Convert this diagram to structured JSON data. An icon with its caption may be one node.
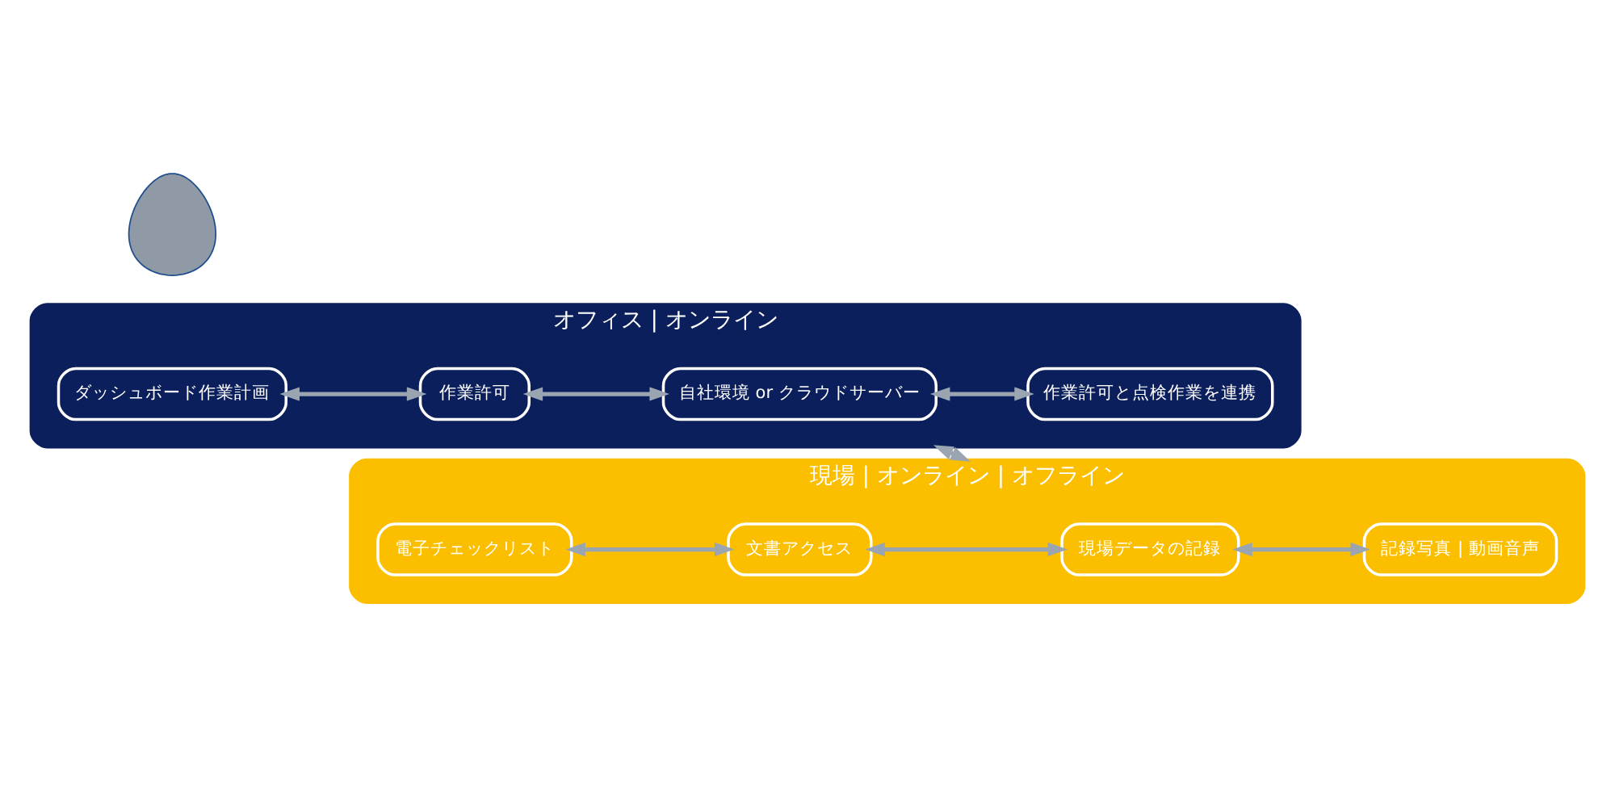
{
  "diagram": {
    "nodes": [
      {
        "text": [
          "オフィス | オンライン"
        ]
      },
      {
        "text": [
          "ダッシュボード作業計画"
        ],
        "in": 0
      },
      {
        "text": [
          "作業許可"
        ],
        "in": 0
      },
      {
        "text": [
          "自社環境 or クラウドサーバー"
        ],
        "in": 0
      },
      {
        "text": [
          "作業許可と点検作業を連携"
        ],
        "in": 0
      },
      {
        "text": [],
        "shape": "person"
      },
      {
        "text": [
          "現場 | オンライン | オフライン"
        ]
      },
      {
        "text": [
          "電子チェックリスト"
        ],
        "in": 6
      },
      {
        "text": [
          "文書アクセス"
        ],
        "in": 6
      },
      {
        "text": [
          "現場データの記録"
        ],
        "in": 6
      },
      {
        "text": [
          "記録写真 | 動画音声"
        ],
        "in": 6
      }
    ],
    "edges": [
      {
        "from": 1,
        "to": 2,
        "arrow": "both"
      },
      {
        "from": 2,
        "to": 3,
        "arrow": "both"
      },
      {
        "from": 3,
        "to": 4,
        "arrow": "both"
      },
      {
        "from": 7,
        "to": 8,
        "arrow": "both"
      },
      {
        "from": 8,
        "to": 9,
        "arrow": "both"
      },
      {
        "from": 9,
        "to": 10,
        "arrow": "both"
      },
      {
        "from": 0,
        "to": 6,
        "arrow": "both"
      }
    ]
  }
}
